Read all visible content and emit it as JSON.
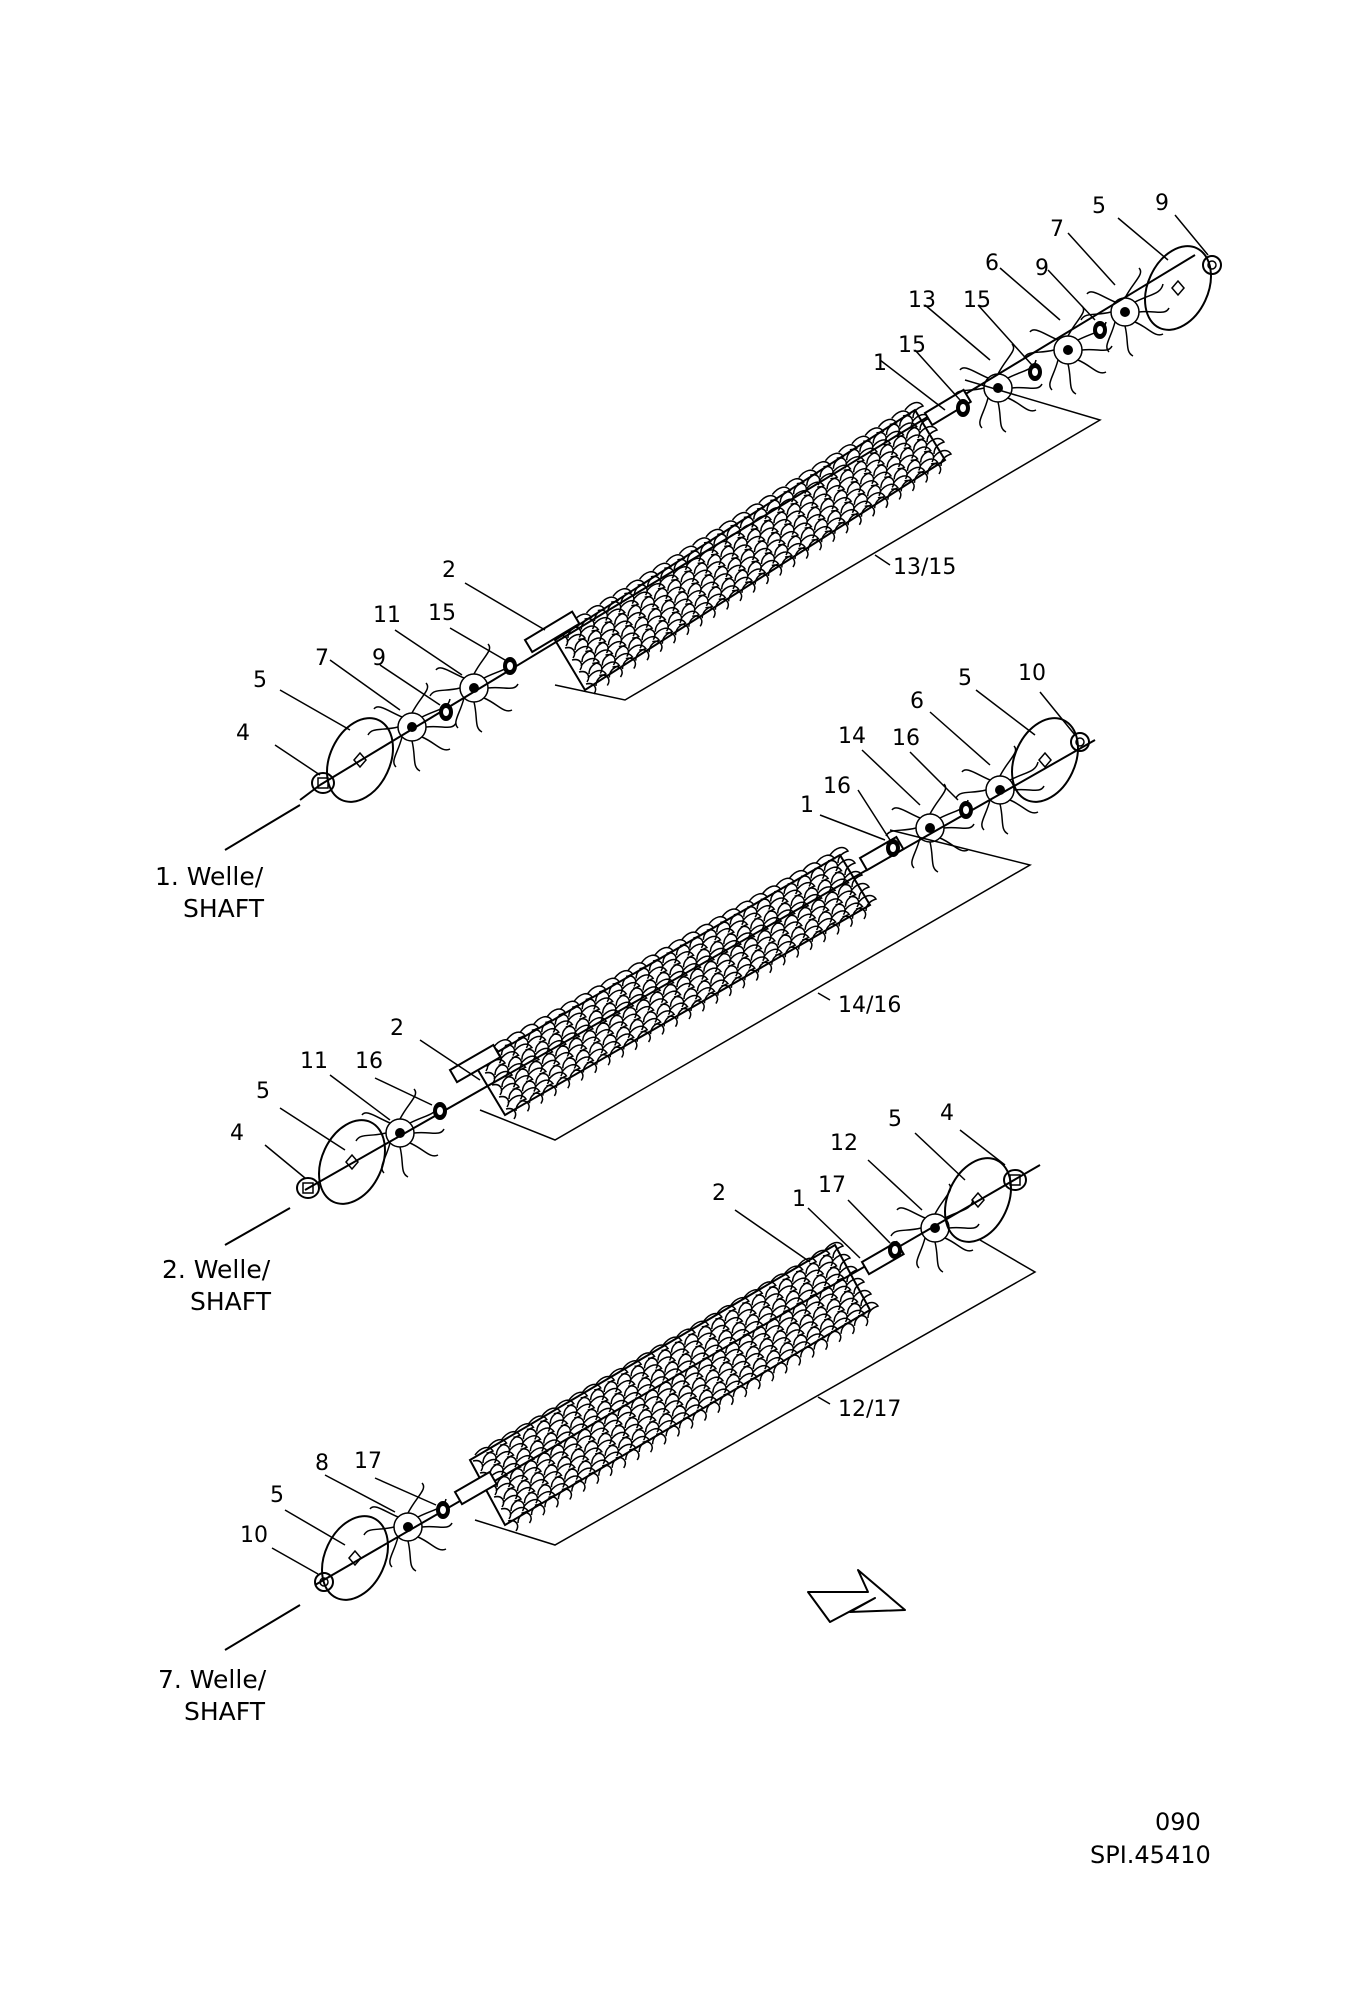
{
  "assemblies": [
    {
      "id": "shaft1",
      "caption_line1": "1. Welle/",
      "caption_line2": "SHAFT",
      "group_label": "13/15",
      "callouts": {
        "left_cap_nut": "4",
        "left_disc": "5",
        "left_star": "7",
        "left_ring": "9",
        "left_wheel": "11",
        "left_washer": "15",
        "left_key": "2",
        "right_shaft": "1",
        "right_washer_a": "15",
        "right_wheel": "13",
        "right_washer_b": "15",
        "right_star": "6",
        "right_ring": "9",
        "right_star2": "7",
        "right_disc": "5",
        "right_nut": "9"
      }
    },
    {
      "id": "shaft2",
      "caption_line1": "2. Welle/",
      "caption_line2": "SHAFT",
      "group_label": "14/16",
      "callouts": {
        "left_cap_nut": "4",
        "left_disc": "5",
        "left_wheel": "11",
        "left_washer": "16",
        "left_key": "2",
        "right_shaft": "1",
        "right_washer_a": "16",
        "right_wheel": "14",
        "right_washer_b": "16",
        "right_star": "6",
        "right_disc": "5",
        "right_nut": "10"
      }
    },
    {
      "id": "shaft7",
      "caption_line1": "7. Welle/",
      "caption_line2": "SHAFT",
      "group_label": "12/17",
      "callouts": {
        "left_nut": "10",
        "left_disc": "5",
        "left_wheel": "8",
        "left_washer": "17",
        "right_key": "2",
        "right_shaft": "1",
        "right_washer": "17",
        "right_wheel": "12",
        "right_disc": "5",
        "right_cap_nut": "4"
      }
    }
  ],
  "footer": {
    "page_number": "090",
    "drawing_code": "SPI.45410"
  }
}
